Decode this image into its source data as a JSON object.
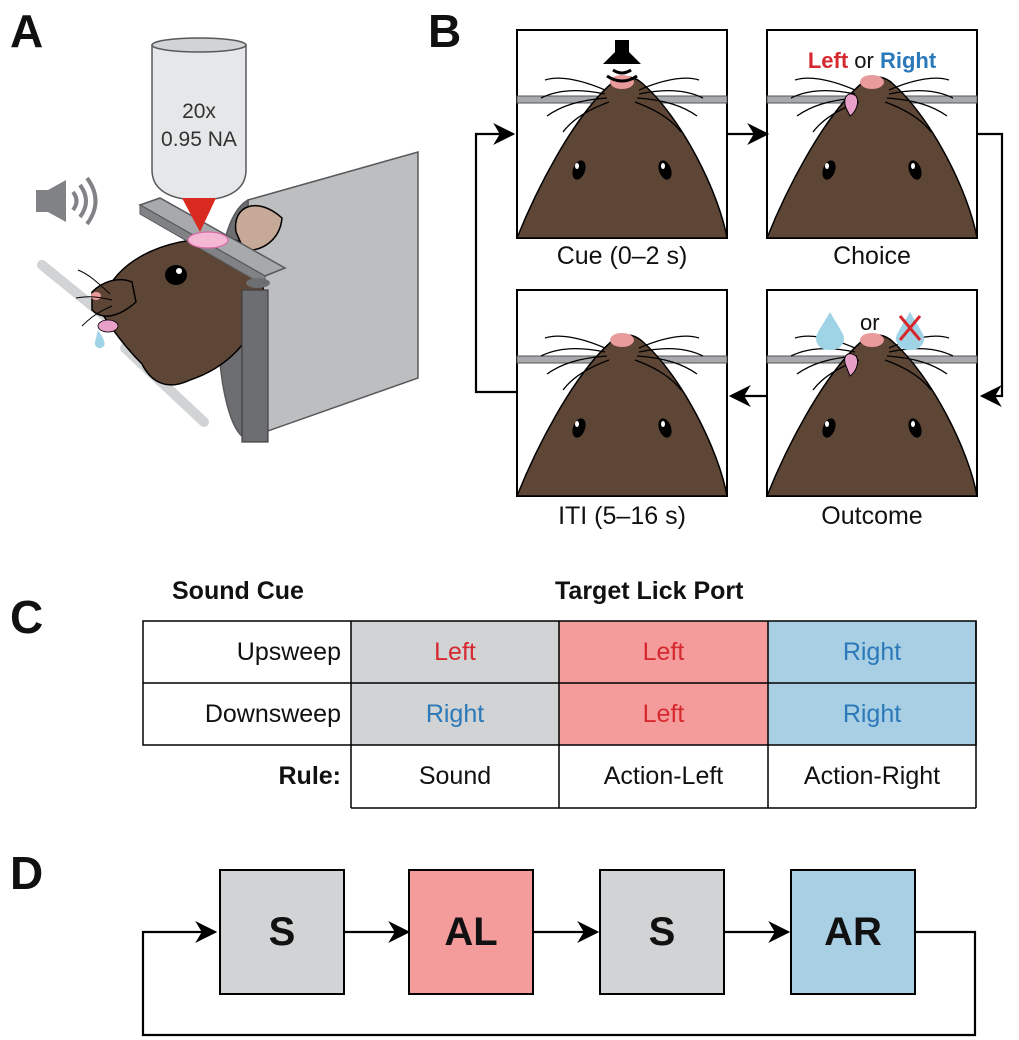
{
  "colors": {
    "left_red": "#d6282f",
    "right_blue": "#2b79b8",
    "grey": "#d1d3d4",
    "pink": "#f49b9b",
    "light_blue": "#a9cfe5"
  },
  "panels": {
    "a": "A",
    "b": "B",
    "c": "C",
    "d": "D"
  },
  "panel_a": {
    "objective_mag": "20x",
    "objective_na": "0.95 NA",
    "icons": [
      "speaker-icon",
      "mouse-illustration",
      "water-drop-icon"
    ]
  },
  "panel_b": {
    "choice_left": "Left",
    "choice_or": "or",
    "choice_right": "Right",
    "outcome_or": "or",
    "stages": [
      {
        "caption": "Cue (0–2 s)"
      },
      {
        "caption": "Choice"
      },
      {
        "caption": "Outcome"
      },
      {
        "caption": "ITI (5–16 s)"
      }
    ]
  },
  "panel_c": {
    "header_cue": "Sound Cue",
    "header_port": "Target Lick Port",
    "rows": [
      {
        "cue": "Upsweep",
        "values": [
          "Left",
          "Left",
          "Right"
        ]
      },
      {
        "cue": "Downsweep",
        "values": [
          "Right",
          "Left",
          "Right"
        ]
      }
    ],
    "rule_label": "Rule:",
    "rules": [
      "Sound",
      "Action-Left",
      "Action-Right"
    ]
  },
  "panel_d": {
    "blocks": [
      "S",
      "AL",
      "S",
      "AR"
    ]
  }
}
